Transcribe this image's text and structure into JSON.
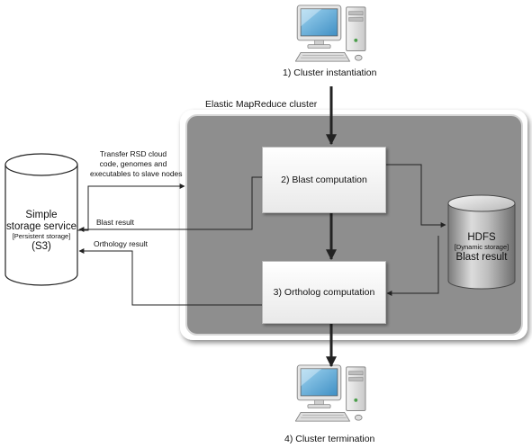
{
  "steps": {
    "instantiation": "1) Cluster instantiation",
    "blast": "2) Blast computation",
    "ortholog": "3) Ortholog computation",
    "termination": "4) Cluster termination"
  },
  "cluster": {
    "label": "Elastic MapReduce cluster"
  },
  "s3": {
    "line1": "Simple",
    "line2": "storage service",
    "tag": "[Persistent storage]",
    "short": "(S3)"
  },
  "hdfs": {
    "name": "HDFS",
    "tag": "[Dynamic storage]",
    "content": "Blast result"
  },
  "edges": {
    "transfer": [
      "Transfer RSD cloud",
      "code, genomes and",
      "executables to slave nodes"
    ],
    "blast_result": "Blast result",
    "orthology_result": "Orthology result"
  },
  "icons": [
    "desktop-computer-icon",
    "desktop-computer-icon"
  ]
}
